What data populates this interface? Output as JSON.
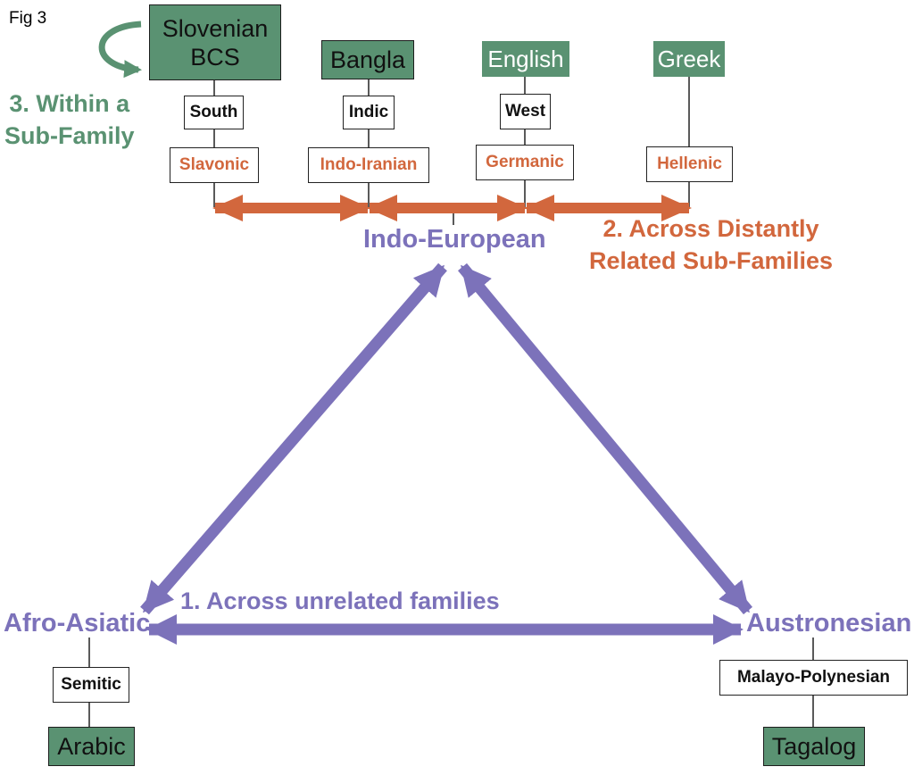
{
  "figure_label": "Fig 3",
  "languages": {
    "slovenian_bcs": [
      "Slovenian",
      "BCS"
    ],
    "bangla": "Bangla",
    "english": "English",
    "greek": "Greek",
    "arabic": "Arabic",
    "tagalog": "Tagalog"
  },
  "branches": {
    "south": "South",
    "indic": "Indic",
    "west": "West",
    "semitic": "Semitic",
    "malayo_polynesian": "Malayo-Polynesian"
  },
  "subfamilies": {
    "slavonic": "Slavonic",
    "indo_iranian": "Indo-Iranian",
    "germanic": "Germanic",
    "hellenic": "Hellenic"
  },
  "families": {
    "indo_european": "Indo-European",
    "afro_asiatic": "Afro-Asiatic",
    "austronesian": "Austronesian"
  },
  "annotations": {
    "within_subfamily": [
      "3. Within a",
      "Sub-Family"
    ],
    "across_distant": [
      "2. Across Distantly",
      "Related Sub-Families"
    ],
    "across_unrelated": "1. Across unrelated families"
  },
  "colors": {
    "green": "#5a9272",
    "orange": "#d2673d",
    "purple": "#7c72ba"
  }
}
